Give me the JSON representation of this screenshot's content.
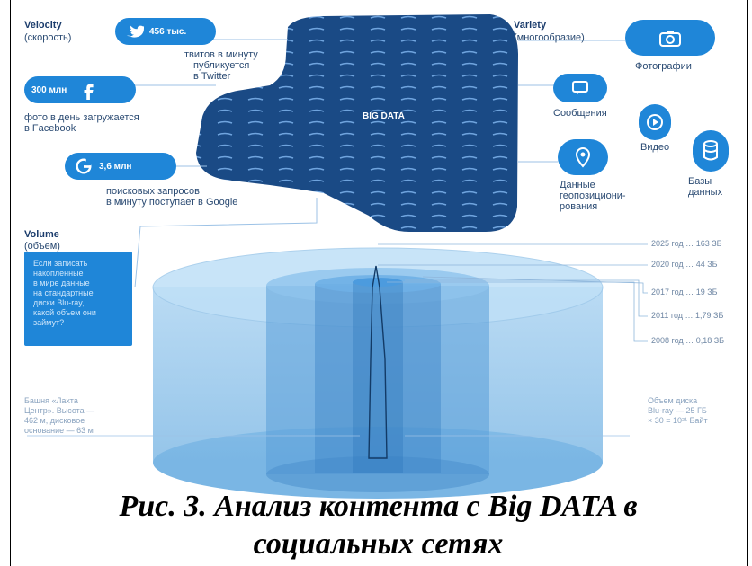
{
  "velocity": {
    "title": "Velocity",
    "subtitle": "(скорость)",
    "twitter": {
      "value": "456 тыс.",
      "desc_lines": [
        "твитов в минуту",
        "публикуется",
        "в Twitter"
      ]
    },
    "facebook": {
      "value": "300 млн",
      "desc_lines": [
        "фото в день загружается",
        "в Facebook"
      ]
    },
    "google": {
      "value": "3,6 млн",
      "desc_lines": [
        "поисковых запросов",
        "в минуту поступает в Google"
      ]
    }
  },
  "center": {
    "label": "BIG DATA"
  },
  "variety": {
    "title": "Variety",
    "subtitle": "(многообразие)",
    "items": {
      "photos": "Фотографии",
      "messages": "Сообщения",
      "video": "Видео",
      "geo": [
        "Данные",
        "геопозицион­и-",
        "рования"
      ],
      "databases": [
        "Базы",
        "данных"
      ]
    }
  },
  "volume": {
    "title": "Volume",
    "subtitle": "(объем)",
    "question_lines": [
      "Если записать",
      "накопленные",
      "в мире данные",
      "на стандартные",
      "диски Blu-ray,",
      "какой объем они",
      "займут?"
    ],
    "years": [
      {
        "year": "2025 год",
        "value": "163 ЗБ"
      },
      {
        "year": "2020 год",
        "value": "44 ЗБ"
      },
      {
        "year": "2017 год",
        "value": "19 ЗБ"
      },
      {
        "year": "2011 год",
        "value": "1,79 ЗБ"
      },
      {
        "year": "2008 год",
        "value": "0,18 ЗБ"
      }
    ],
    "left_note_lines": [
      "Башня «Лахта",
      "Центр». Высота —",
      "462 м, дисковое",
      "основание — 63 м"
    ],
    "right_note_lines": [
      "Объем диска",
      "Blu-ray — 25 ГБ",
      "× 30 = 10²¹ Байт"
    ]
  },
  "caption_lines": [
    "Рис. 3. Анализ контента с Big DATA в",
    "социальных сетях"
  ],
  "colors": {
    "dark_blue": "#1a4a85",
    "accent_blue": "#1f86d8",
    "cylinder": "#8cc3ea"
  }
}
